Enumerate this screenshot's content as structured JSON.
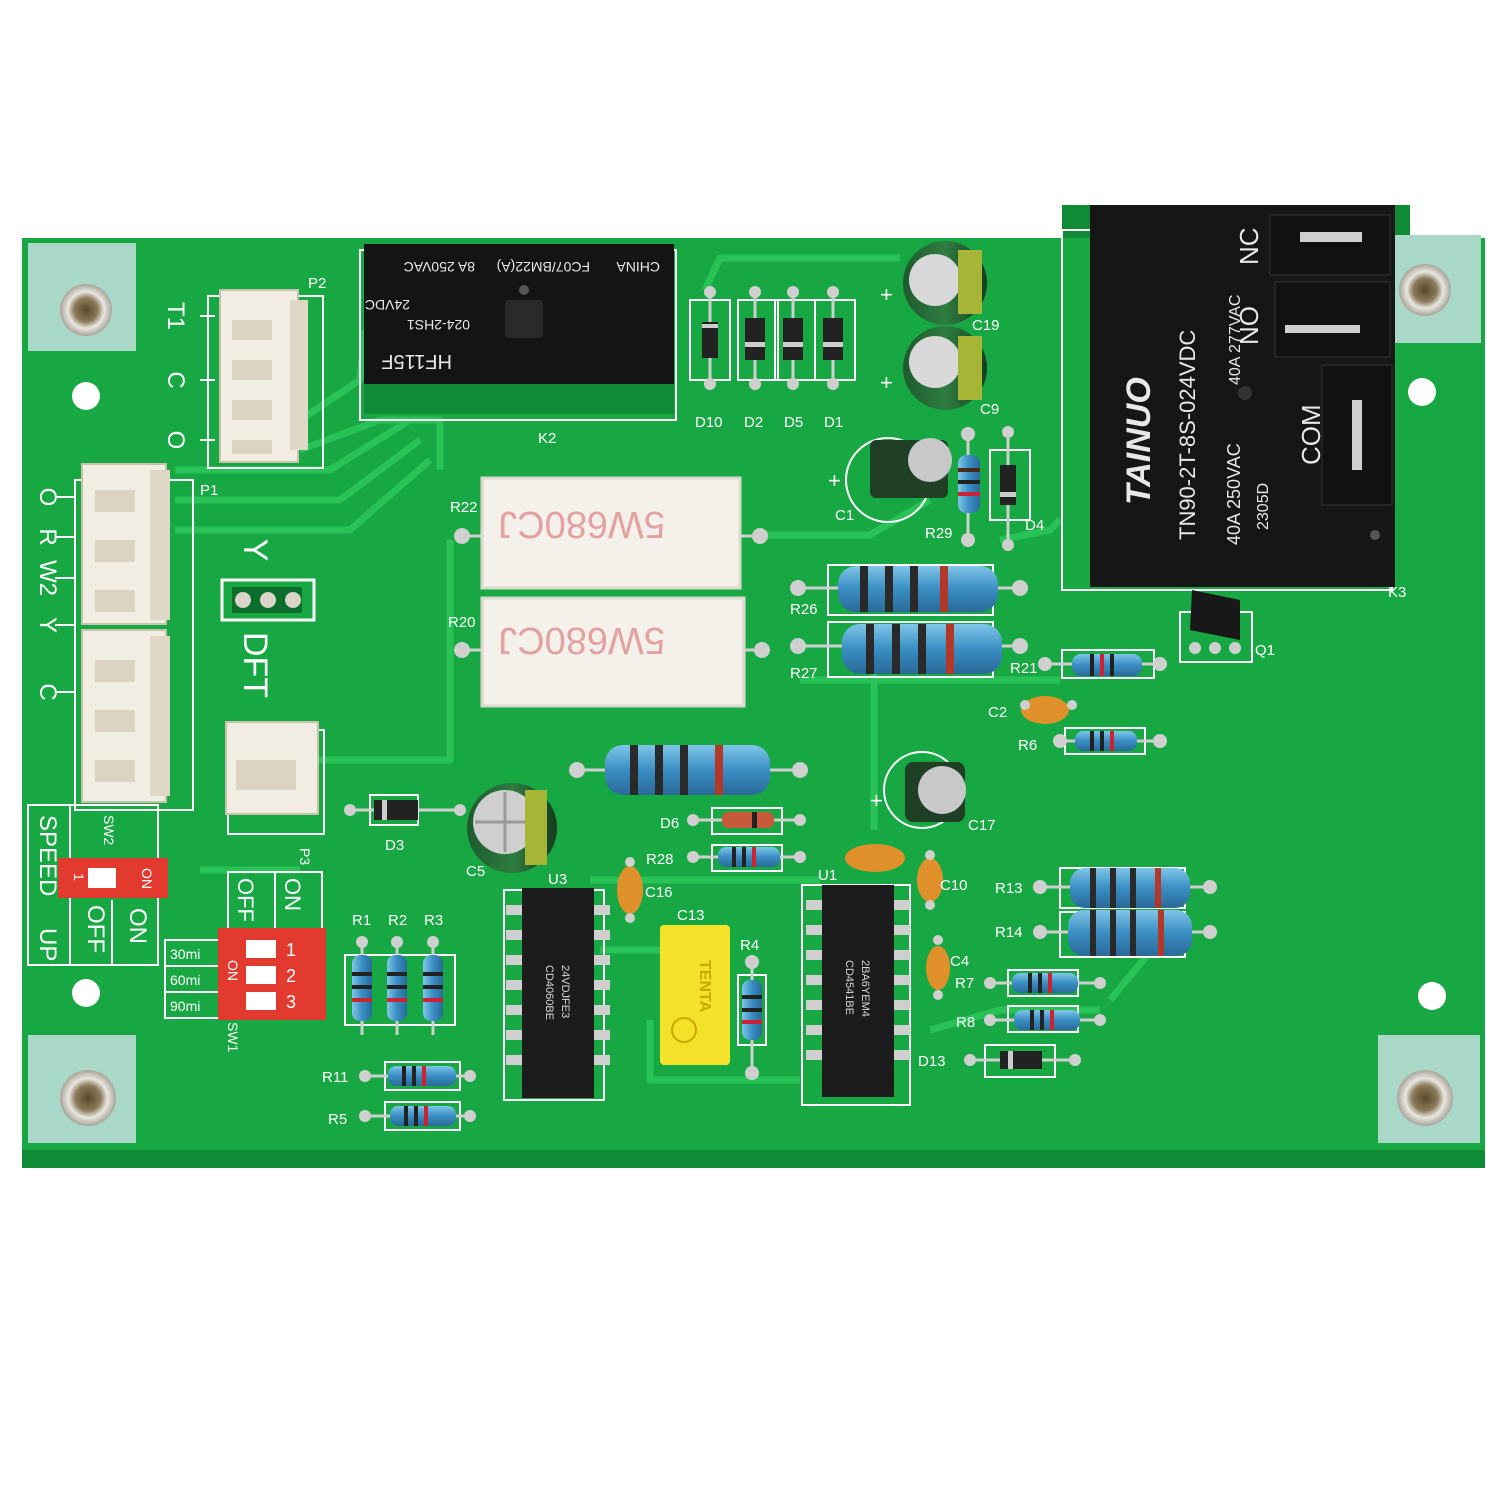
{
  "board": {
    "colors": {
      "pcb": "#17a843",
      "pcb_dark": "#0f8a35",
      "trace": "#28c257",
      "pad_area": "#a9d8c8",
      "chip": "#1c1c1c",
      "dip_switch": "#e23a2e",
      "connector": "#f2ede3"
    },
    "connectors": {
      "p2": {
        "ref": "P2",
        "pins": [
          "T1",
          "C",
          "O"
        ]
      },
      "p1": {
        "ref": "P1",
        "pins": [
          "O",
          "R",
          "W2",
          "Y",
          "C"
        ]
      },
      "p3": {
        "ref": "P3"
      },
      "y_jumper": "Y",
      "dft": "DFT"
    },
    "relays": {
      "k2": {
        "ref": "K2",
        "lines": [
          "HF115F",
          "024-2HS1",
          "24VDC",
          "8A 250VAC",
          "CHINA",
          "FC07/BM22(A)"
        ]
      },
      "k3": {
        "ref": "K3",
        "brand": "TAINUO",
        "part": "TN90-2T-8S-024VDC",
        "ratings": [
          "40A 250VAC",
          "40A 277VAC"
        ],
        "date": "2305D",
        "terminals": [
          "NC",
          "NO",
          "COM"
        ]
      }
    },
    "chips": {
      "u3": {
        "ref": "U3",
        "lines": [
          "24VDJFE3",
          "CD4060BE"
        ]
      },
      "u1": {
        "ref": "U1",
        "lines": [
          "2BA6YEM4",
          "CD4541BE"
        ]
      }
    },
    "power_resistors": {
      "r22": "R22",
      "r20": "R20",
      "marking": "5W680CJ"
    },
    "c13": {
      "ref": "C13",
      "brand": "TENTA"
    },
    "switches": {
      "sw2": {
        "ref": "SW2",
        "label_top": "SPEED",
        "label_bottom": "UP",
        "on": "ON",
        "pos": "1",
        "cols": [
          "ON",
          "OFF",
          "ON",
          "OFF"
        ]
      },
      "sw1": {
        "ref": "SW1",
        "on": "ON",
        "positions": [
          "1",
          "2",
          "3"
        ],
        "times": [
          "30mi",
          "60mi",
          "90mi"
        ]
      }
    },
    "labels": {
      "diodes": [
        "D10",
        "D2",
        "D5",
        "D1",
        "D4",
        "D3",
        "D6",
        "D13"
      ],
      "caps": [
        "C19",
        "C9",
        "C1",
        "C2",
        "C17",
        "C5",
        "C16",
        "C10",
        "C4"
      ],
      "resistors": [
        "R29",
        "R26",
        "R27",
        "R21",
        "R6",
        "R28",
        "R13",
        "R14",
        "R7",
        "R8",
        "R1",
        "R2",
        "R3",
        "R4",
        "R11",
        "R5"
      ],
      "transistor": "Q1"
    }
  }
}
